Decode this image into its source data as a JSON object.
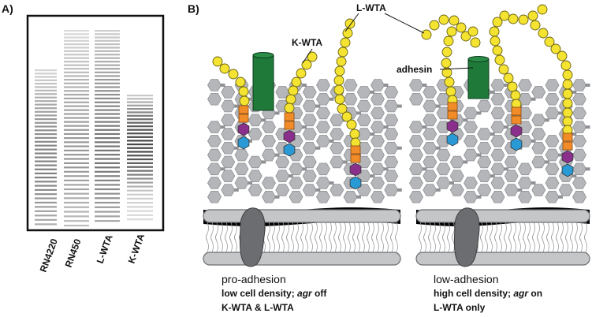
{
  "panels": {
    "a": "A)",
    "b": "B)"
  },
  "gel": {
    "lanes": [
      "RN4220",
      "RN450",
      "L-WTA",
      "K-WTA"
    ]
  },
  "labels": {
    "k_wta": "K-WTA",
    "l_wta": "L-WTA",
    "adhesin": "adhesin"
  },
  "captions": {
    "left": {
      "title": "pro-adhesion",
      "line1_pre": "low cell density; ",
      "line1_em": "agr",
      "line1_post": " off",
      "line2": "K-WTA & L-WTA"
    },
    "right": {
      "title": "low-adhesion",
      "line1_pre": "high cell density; ",
      "line1_em": "agr",
      "line1_post": " on",
      "line2": "L-WTA only"
    }
  },
  "colors": {
    "bead": "#f5e332",
    "ribitol": "#f28c28",
    "glycerol_p": "#8b2f8c",
    "glcnac": "#2a9ad6",
    "adhesin": "#1f7a3a",
    "peptidoglycan": "#b4b6b9",
    "protein": "#6b6d70"
  }
}
